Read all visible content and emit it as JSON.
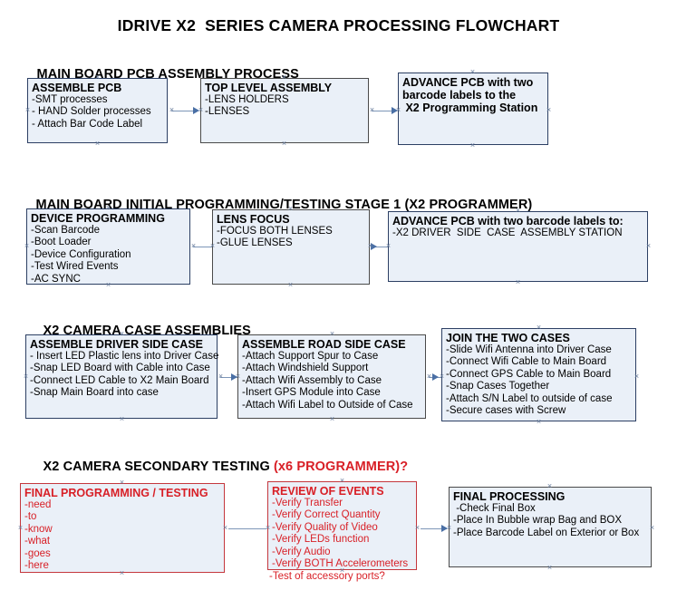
{
  "document": {
    "title": "IDRIVE X2  SERIES CAMERA PROCESSING FLOWCHART",
    "accent_color": "#d81f26",
    "box_fill_color": "#eaf0f8",
    "connector_color": "#4a6fa5"
  },
  "sections": [
    {
      "id": "main-board-pcb-assembly-process",
      "heading": "MAIN BOARD PCB ASSEMBLY PROCESS",
      "heading_accent": "",
      "boxes": [
        {
          "id": "assemble-pcb",
          "title": "ASSEMBLE PCB",
          "lines": [
            "-SMT processes",
            "- HAND Solder processes",
            "- Attach Bar Code Label"
          ]
        },
        {
          "id": "top-level-assembly",
          "title": "TOP LEVEL ASSEMBLY",
          "lines": [
            "-LENS HOLDERS",
            "-LENSES"
          ]
        },
        {
          "id": "advance-pcb-to-x2-programming-station",
          "title": "ADVANCE PCB with two",
          "lines": [
            "barcode labels to the",
            " X2 Programming Station"
          ]
        }
      ]
    },
    {
      "id": "main-board-initial-programming-testing-stage-1",
      "heading": "MAIN BOARD INITIAL PROGRAMMING/TESTING STAGE 1 (X2 PROGRAMMER)",
      "heading_accent": "",
      "boxes": [
        {
          "id": "device-programming",
          "title": "DEVICE PROGRAMMING",
          "lines": [
            "-Scan Barcode",
            "-Boot Loader",
            "-Device Configuration",
            "-Test Wired Events",
            "-AC SYNC"
          ]
        },
        {
          "id": "lens-focus",
          "title": "LENS FOCUS",
          "lines": [
            "-FOCUS BOTH LENSES",
            "-GLUE LENSES"
          ]
        },
        {
          "id": "advance-pcb-to-driver-side-case-assembly",
          "title": "ADVANCE PCB with two barcode labels to:",
          "lines": [
            "-X2 DRIVER  SIDE  CASE  ASSEMBLY STATION"
          ]
        }
      ]
    },
    {
      "id": "x2-camera-case-assemblies",
      "heading": "X2 CAMERA CASE ASSEMBLIES",
      "heading_accent": "",
      "boxes": [
        {
          "id": "assemble-driver-side-case",
          "title": "ASSEMBLE DRIVER SIDE CASE",
          "lines": [
            "- Insert LED Plastic lens into Driver Case",
            "-Snap LED Board with Cable into Case",
            "-Connect LED Cable to X2 Main Board",
            "-Snap Main Board into case"
          ]
        },
        {
          "id": "assemble-road-side-case",
          "title": "ASSEMBLE ROAD SIDE CASE",
          "lines": [
            "-Attach Support Spur to Case",
            "-Attach Windshield Support",
            "-Attach Wifi Assembly to Case",
            "-Insert GPS Module into Case",
            "-Attach Wifi Label to Outside of Case"
          ]
        },
        {
          "id": "join-the-two-cases",
          "title": "JOIN THE TWO CASES",
          "lines": [
            "-Slide Wifi Antenna into Driver Case",
            "-Connect Wifi Cable to Main Board",
            "-Connect GPS Cable to Main Board",
            "-Snap Cases Together",
            "-Attach S/N Label to outside of case",
            "-Secure cases with Screw"
          ]
        }
      ]
    },
    {
      "id": "x2-camera-secondary-testing",
      "heading": "X2 CAMERA SECONDARY TESTING ",
      "heading_accent": "(x6 PROGRAMMER)?",
      "boxes": [
        {
          "id": "final-programming-testing",
          "title": "FINAL PROGRAMMING / TESTING",
          "lines": [
            "-need",
            "-to",
            "-know",
            "-what",
            "-goes",
            "-here"
          ]
        },
        {
          "id": "review-of-events",
          "title": "REVIEW OF EVENTS",
          "lines": [
            "-Verify Transfer",
            "-Verify Correct Quantity",
            "-Verify Quality of Video",
            "-Verify LEDs function",
            "-Verify Audio",
            "-Verify BOTH Accelerometers"
          ],
          "overflow_line": "-Test of accessory ports?"
        },
        {
          "id": "final-processing",
          "title": "FINAL PROCESSING",
          "lines": [
            " -Check Final Box",
            "-Place In Bubble wrap Bag and BOX",
            "-Place Barcode Label on Exterior or Box"
          ]
        }
      ]
    }
  ]
}
